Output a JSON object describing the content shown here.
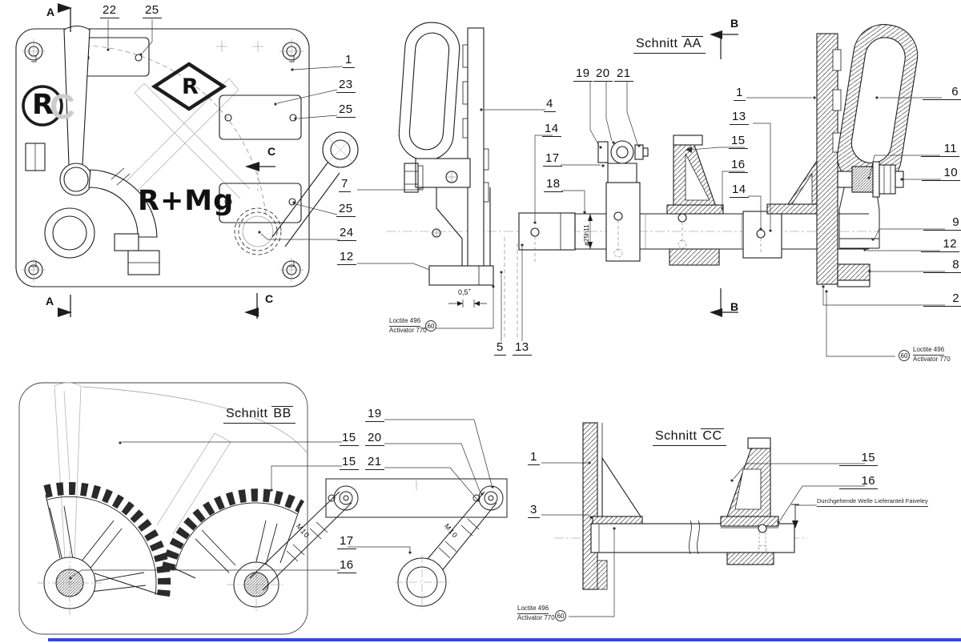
{
  "sheet": {
    "background": "#ffffff",
    "line_color": "#1d1d1d",
    "bottom_bar_color": "#2f4bd7"
  },
  "sections": {
    "aa": {
      "prefix": "Schnitt",
      "name": "AA"
    },
    "bb": {
      "prefix": "Schnitt",
      "name": "BB"
    },
    "cc": {
      "prefix": "Schnitt",
      "name": "CC"
    }
  },
  "cut_letters": {
    "a_top": "A",
    "a_bottom": "A",
    "b_top": "B",
    "b_bottom": "B",
    "c_mid": "C",
    "c_bottom": "C"
  },
  "logos": {
    "circle_r": "R",
    "diamond_r": "R",
    "cast_text": "R+Mg",
    "ghost_c": "C"
  },
  "dimensions": {
    "shaft_fit": "ø25h11",
    "gap_value": "0,5",
    "gap_tol": "+",
    "thread": "M10"
  },
  "notes": {
    "adhesive_line1": "Loctite 496",
    "adhesive_line2": "Activator 770",
    "adhesive_flag": "60",
    "through_shaft": "Durchgehende Welle Lieferanteil Faiveley"
  },
  "callouts": {
    "front": {
      "n22": "22",
      "n25": "25"
    },
    "left_column": {
      "n1": "1",
      "n23": "23",
      "n25a": "25",
      "n7": "7",
      "n25b": "25",
      "n24": "24",
      "n12": "12",
      "n5": "5",
      "n13": "13"
    },
    "aa": {
      "n19": "19",
      "n20": "20",
      "n21": "21",
      "n4": "4",
      "n14a": "14",
      "n17": "17",
      "n18": "18",
      "n1": "1",
      "n13": "13",
      "n15": "15",
      "n16": "16",
      "n14b": "14",
      "n6": "6",
      "n11": "11",
      "n10": "10",
      "n9": "9",
      "n12": "12",
      "n8": "8",
      "n2": "2"
    },
    "bb": {
      "n19": "19",
      "n15a": "15",
      "n20": "20",
      "n15b": "15",
      "n21": "21",
      "n17": "17",
      "n16": "16"
    },
    "cc": {
      "n1": "1",
      "n3": "3",
      "n15": "15",
      "n16": "16"
    }
  }
}
